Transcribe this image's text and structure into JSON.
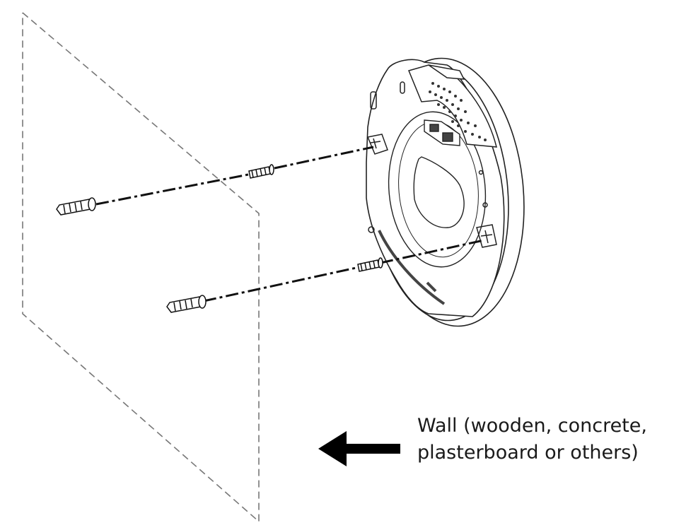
{
  "caption": {
    "line1": "Wall (wooden, concrete,",
    "line2": "plasterboard or others)"
  },
  "colors": {
    "ink": "#111111",
    "wall_dash": "#777777",
    "background": "#ffffff"
  },
  "icons": {
    "arrow": "left-arrow-icon",
    "device": "access-point-mount-plate",
    "screws": "screw-anchor-icon"
  }
}
